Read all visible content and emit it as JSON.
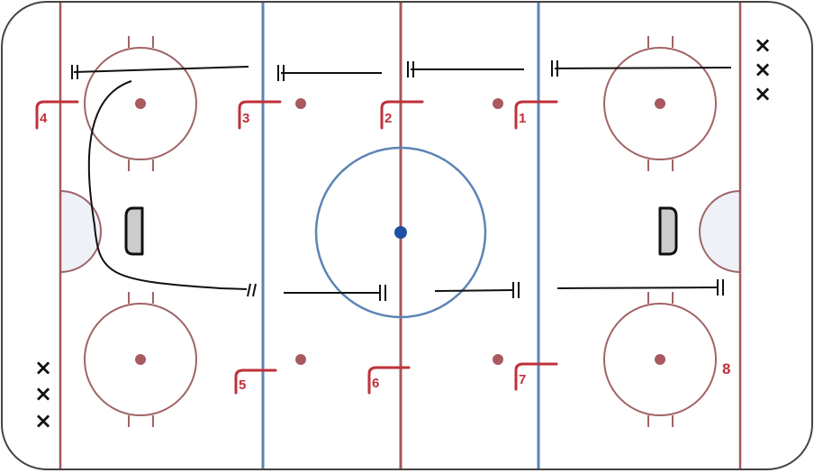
{
  "colors": {
    "board": "#444444",
    "red_line": "#a4585b",
    "blue_line": "#5b84b4",
    "faceoff_red": "#c0313a",
    "circle": "#a06466",
    "crease_fill": "#eef2f8",
    "center_dot": "#1f4fa0",
    "net_fill": "#cccccc",
    "path": "#111111"
  },
  "station_labels": {
    "s1": "1",
    "s2": "2",
    "s3": "3",
    "s4": "4",
    "s5": "5",
    "s6": "6",
    "s7": "7",
    "s8": "8"
  },
  "player_marks": {
    "right_top": [
      "×",
      "×",
      "×"
    ],
    "left_bottom": [
      "×",
      "×",
      "×"
    ]
  }
}
